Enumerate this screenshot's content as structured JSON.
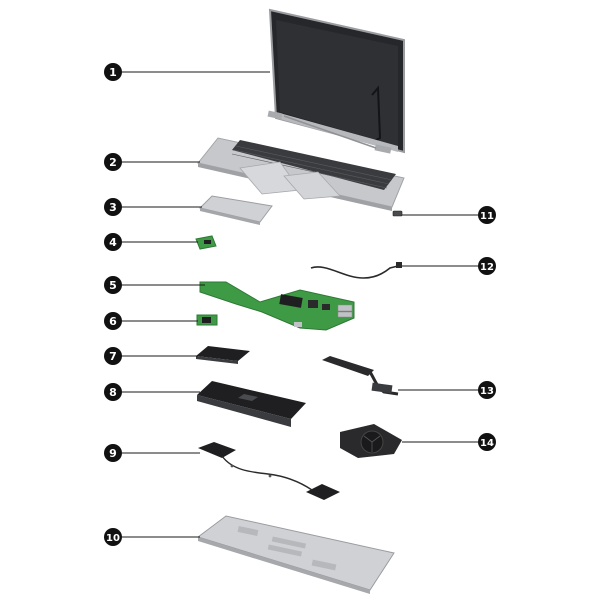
{
  "colors": {
    "callout_fill": "#111111",
    "callout_text": "#ffffff",
    "leader": "#1a1a1a",
    "panel_dark": "#2b2b2e",
    "frame_gray": "#b9bcc0",
    "chassis_silver": "#c9cbcf",
    "keyboard_dark": "#3a3b3e",
    "pcb_green": "#3f9a45",
    "pcb_green_dark": "#2e7a35",
    "component_black": "#1f1f21"
  },
  "callouts": [
    {
      "id": 1,
      "label": "1",
      "part": "display-assembly"
    },
    {
      "id": 2,
      "label": "2",
      "part": "top-cover-keyboard"
    },
    {
      "id": 3,
      "label": "3",
      "part": "touchpad"
    },
    {
      "id": 4,
      "label": "4",
      "part": "small-board"
    },
    {
      "id": 5,
      "label": "5",
      "part": "system-board"
    },
    {
      "id": 6,
      "label": "6",
      "part": "wlan-module"
    },
    {
      "id": 7,
      "label": "7",
      "part": "ssd"
    },
    {
      "id": 8,
      "label": "8",
      "part": "battery"
    },
    {
      "id": 9,
      "label": "9",
      "part": "speakers"
    },
    {
      "id": 10,
      "label": "10",
      "part": "bottom-cover"
    },
    {
      "id": 11,
      "label": "11",
      "part": "rtc-battery"
    },
    {
      "id": 12,
      "label": "12",
      "part": "cable"
    },
    {
      "id": 13,
      "label": "13",
      "part": "heat-sink"
    },
    {
      "id": 14,
      "label": "14",
      "part": "fan"
    }
  ]
}
